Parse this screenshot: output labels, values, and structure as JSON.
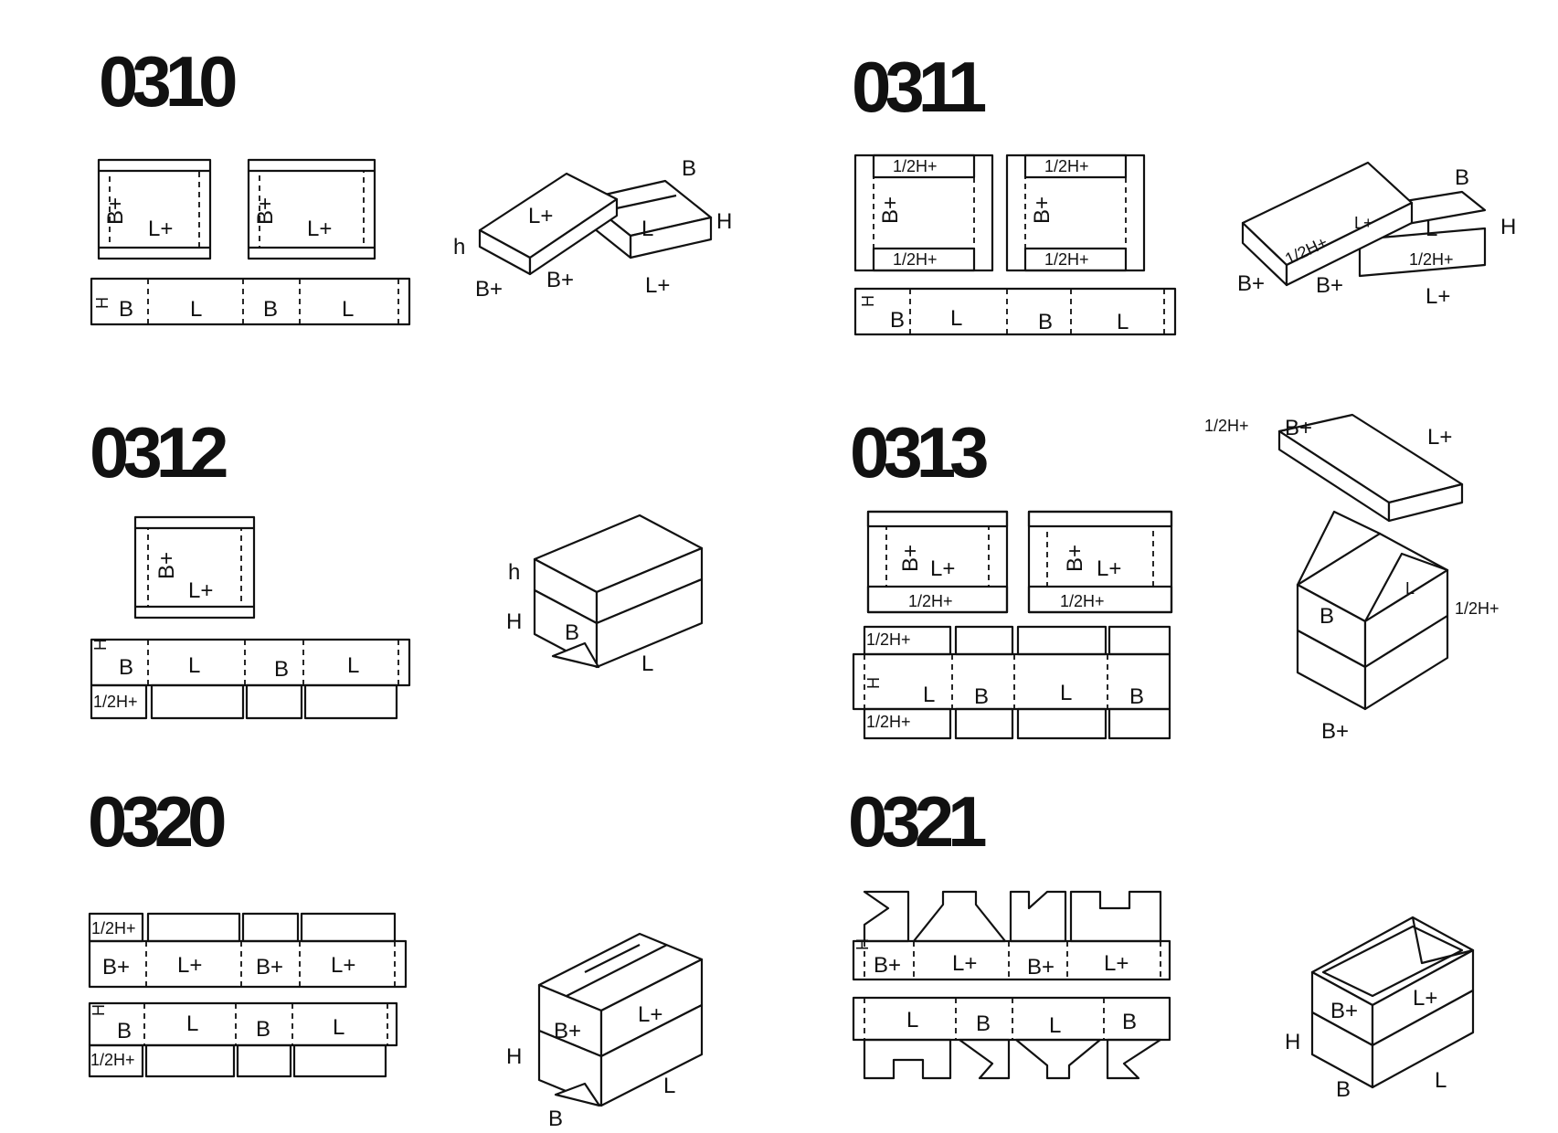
{
  "page": {
    "background": "#ffffff",
    "ink": "#111111"
  },
  "styles": [
    {
      "code": "0310",
      "lid_labels": [
        "B+",
        "L+",
        "B+",
        "L+"
      ],
      "strip_labels": [
        "H",
        "B",
        "L",
        "B",
        "L"
      ],
      "iso_labels": [
        "L+",
        "h",
        "B+",
        "B+",
        "B",
        "L",
        "H",
        "L+"
      ]
    },
    {
      "code": "0311",
      "lid_labels": [
        "1/2H+",
        "B+",
        "1/2H+",
        "1/2H+",
        "B+",
        "1/2H+"
      ],
      "strip_labels": [
        "H",
        "B",
        "L",
        "B",
        "L"
      ],
      "iso_labels": [
        "1/2H+",
        "L+",
        "B+",
        "B+",
        "B",
        "L",
        "H",
        "1/2H+",
        "L+"
      ]
    },
    {
      "code": "0312",
      "lid_labels": [
        "B+",
        "L+"
      ],
      "strip_labels": [
        "H",
        "B",
        "L",
        "B",
        "L",
        "1/2H+"
      ],
      "iso_labels": [
        "h",
        "H",
        "B",
        "L"
      ]
    },
    {
      "code": "0313",
      "lid_labels": [
        "B+",
        "L+",
        "1/2H+",
        "B+",
        "L+",
        "1/2H+"
      ],
      "strip_labels": [
        "1/2H+",
        "H",
        "L",
        "B",
        "L",
        "B",
        "1/2H+"
      ],
      "iso_labels": [
        "1/2H+",
        "B+",
        "L+",
        "B",
        "L",
        "1/2H+",
        "B+"
      ]
    },
    {
      "code": "0320",
      "strip_labels": [
        "1/2H+",
        "B+",
        "L+",
        "B+",
        "L+",
        "H",
        "B",
        "L",
        "B",
        "L",
        "1/2H+"
      ],
      "iso_labels": [
        "B+",
        "L+",
        "H",
        "L",
        "B"
      ]
    },
    {
      "code": "0321",
      "strip_labels": [
        "H",
        "B+",
        "L+",
        "B+",
        "L+",
        "L",
        "B",
        "L",
        "B"
      ],
      "iso_labels": [
        "B+",
        "L+",
        "H",
        "B",
        "L"
      ]
    }
  ]
}
